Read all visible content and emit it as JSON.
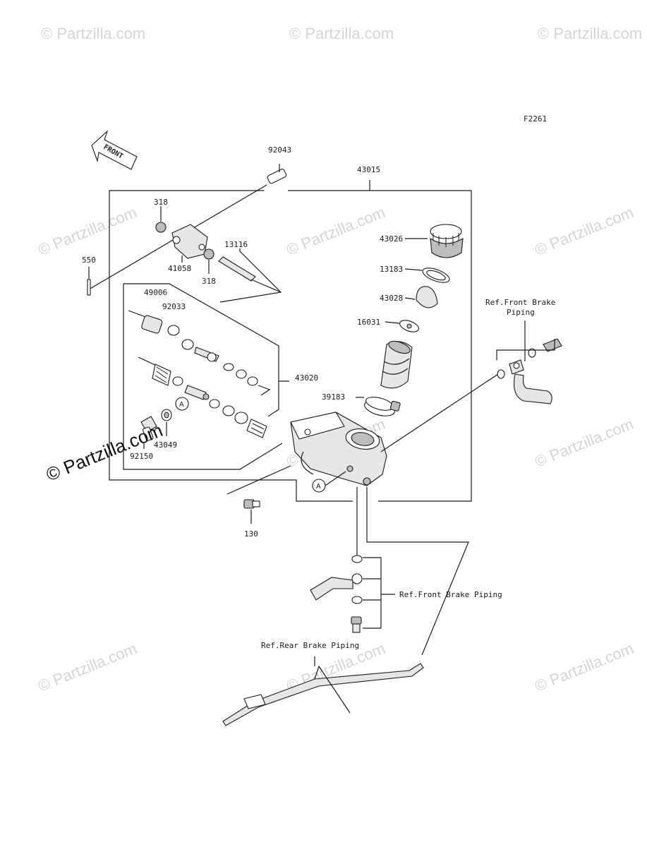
{
  "diagram": {
    "code": "F2261",
    "front_label": "FRONT",
    "ref_markers": [
      "A",
      "A"
    ],
    "watermark": "© Partzilla.com",
    "watermark_main": "© Partzilla.com"
  },
  "parts": {
    "p92043": "92043",
    "p43015": "43015",
    "p318a": "318",
    "p318b": "318",
    "p41058": "41058",
    "p13116": "13116",
    "p550": "550",
    "p43026": "43026",
    "p13183": "13183",
    "p43028": "43028",
    "p16031": "16031",
    "p49006": "49006",
    "p92033": "92033",
    "p43020": "43020",
    "p39183": "39183",
    "p43049": "43049",
    "p92150": "92150",
    "p130": "130"
  },
  "refs": {
    "front_brake_top_1": "Ref.Front Brake",
    "front_brake_top_2": "Piping",
    "front_brake_mid": "Ref.Front Brake Piping",
    "rear_brake": "Ref.Rear Brake Piping"
  }
}
